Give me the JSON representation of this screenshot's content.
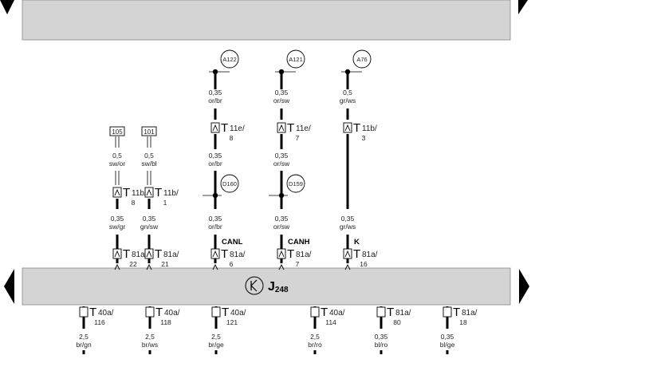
{
  "colors": {
    "panel": "#d4d4d4",
    "wire": "#000000",
    "background": "#ffffff"
  },
  "control_unit": {
    "label": "J",
    "sub": "248",
    "icon": "k-symbol-icon"
  },
  "wires": [
    {
      "id": "a122",
      "node": "A122",
      "segments": [
        {
          "size": "0,35",
          "color": "or/br"
        },
        {
          "size": "0,35",
          "color": "or/br"
        },
        {
          "size": "0,35",
          "color": "or/br"
        }
      ],
      "plug1": {
        "name": "T",
        "sub": "11e/",
        "pin": "8"
      },
      "splice": "D160",
      "signal": "CANL",
      "plug2": {
        "name": "T",
        "sub": "81a/",
        "pin": "6"
      }
    },
    {
      "id": "a121",
      "node": "A121",
      "segments": [
        {
          "size": "0,35",
          "color": "or/sw"
        },
        {
          "size": "0,35",
          "color": "or/sw"
        },
        {
          "size": "0,35",
          "color": "or/sw"
        }
      ],
      "plug1": {
        "name": "T",
        "sub": "11e/",
        "pin": "7"
      },
      "splice": "D159",
      "signal": "CANH",
      "plug2": {
        "name": "T",
        "sub": "81a/",
        "pin": "7"
      }
    },
    {
      "id": "a76",
      "node": "A76",
      "segments": [
        {
          "size": "0,5",
          "color": "gr/ws"
        },
        {
          "size": "0,35",
          "color": "gr/ws"
        }
      ],
      "plug1": {
        "name": "T",
        "sub": "11b/",
        "pin": "3"
      },
      "signal": "K",
      "plug2": {
        "name": "T",
        "sub": "81a/",
        "pin": "16"
      }
    },
    {
      "id": "w105",
      "ref": "105",
      "segments": [
        {
          "size": "0,5",
          "color": "sw/or"
        },
        {
          "size": "0,35",
          "color": "sw/gr"
        }
      ],
      "plug1": {
        "name": "T",
        "sub": "11b/",
        "pin": "8"
      },
      "plug2": {
        "name": "T",
        "sub": "81a/",
        "pin": "22"
      }
    },
    {
      "id": "w101",
      "ref": "101",
      "segments": [
        {
          "size": "0,5",
          "color": "sw/bl"
        },
        {
          "size": "0,35",
          "color": "gn/sw"
        }
      ],
      "plug1": {
        "name": "T",
        "sub": "11b/",
        "pin": "1"
      },
      "plug2": {
        "name": "T",
        "sub": "81a/",
        "pin": "21"
      }
    }
  ],
  "bottom_wires": [
    {
      "plug": {
        "name": "T",
        "sub": "40a/",
        "pin": "116"
      },
      "size": "2,5",
      "color": "br/gn"
    },
    {
      "plug": {
        "name": "T",
        "sub": "40a/",
        "pin": "118"
      },
      "size": "2,5",
      "color": "br/ws"
    },
    {
      "plug": {
        "name": "T",
        "sub": "40a/",
        "pin": "121"
      },
      "size": "2,5",
      "color": "br/ge"
    },
    {
      "plug": {
        "name": "T",
        "sub": "40a/",
        "pin": "114"
      },
      "size": "2,5",
      "color": "br/ro"
    },
    {
      "plug": {
        "name": "T",
        "sub": "81a/",
        "pin": "80"
      },
      "size": "0,35",
      "color": "bl/ro"
    },
    {
      "plug": {
        "name": "T",
        "sub": "81a/",
        "pin": "18"
      },
      "size": "0,35",
      "color": "bl/ge"
    }
  ]
}
